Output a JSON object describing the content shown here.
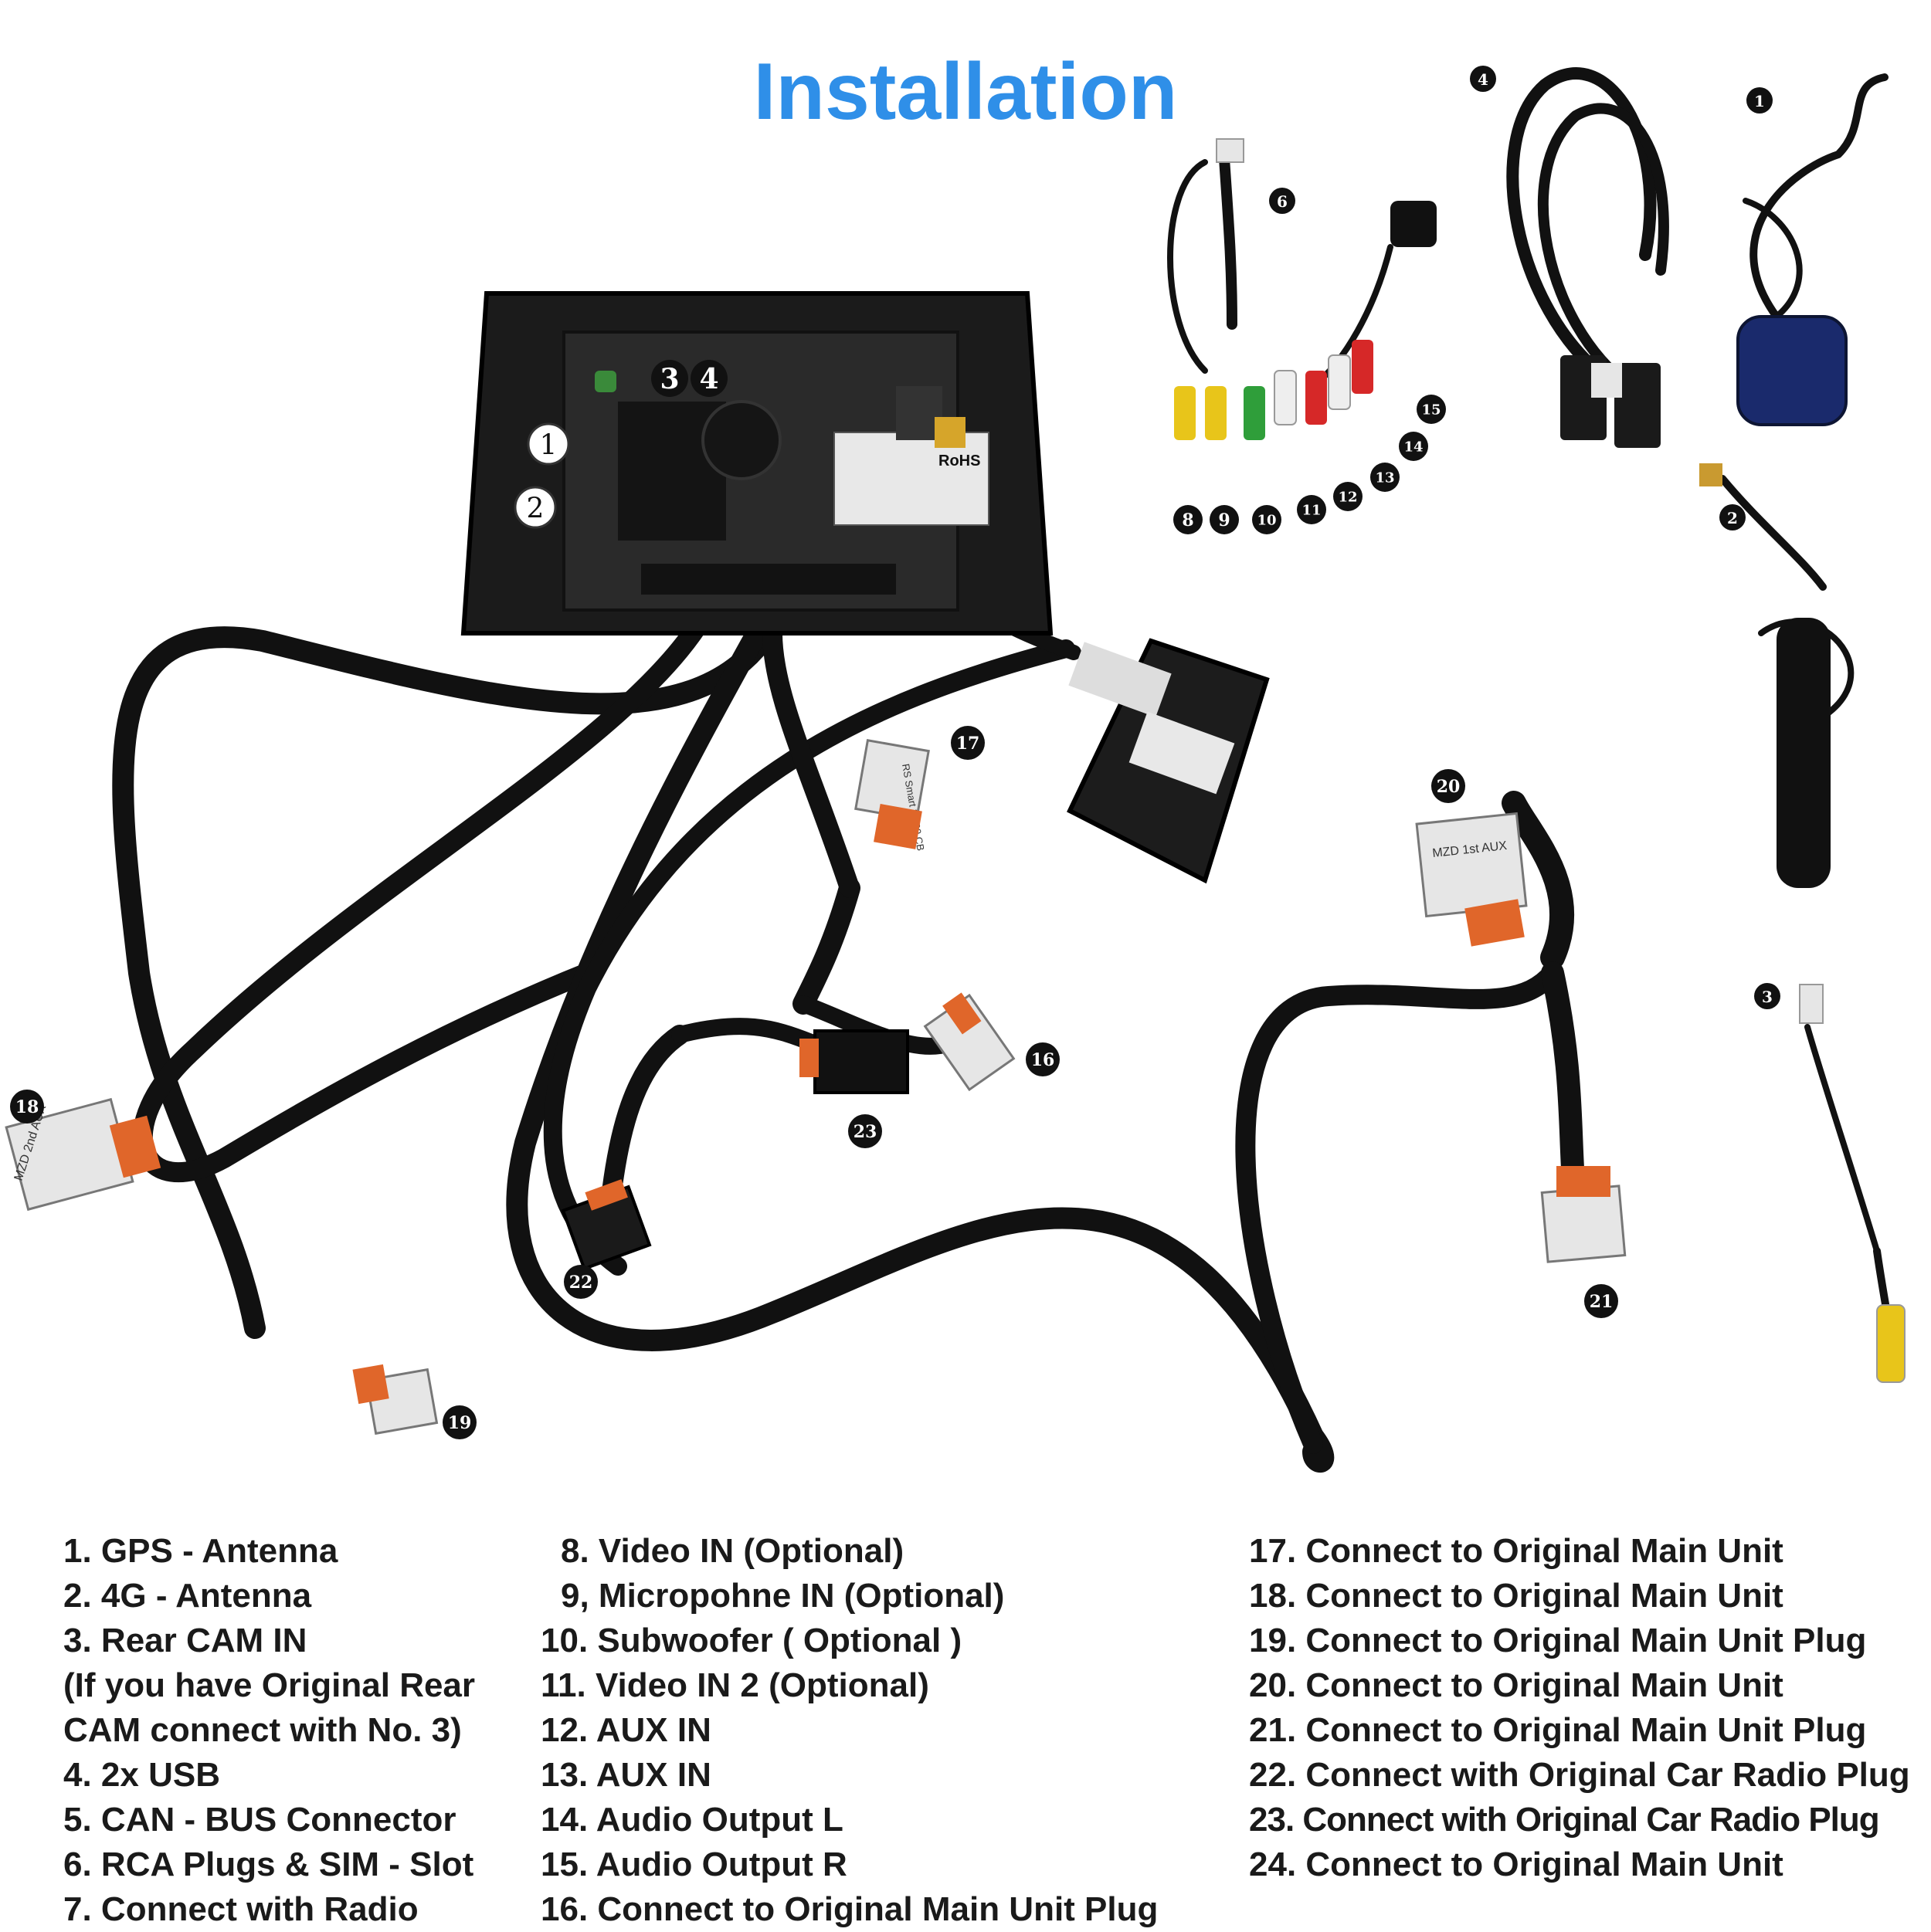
{
  "title": "Installation",
  "colors": {
    "title": "#2f8fe8",
    "cable": "#111111",
    "badge": "#111111",
    "connector_white": "#e6e6e6",
    "wire_orange": "#e0662a",
    "rca_red": "#d62828",
    "rca_yellow": "#e8c51a",
    "rca_white": "#eeeeee",
    "rca_green": "#2f9e3a",
    "gps_blue": "#1a2a6c"
  },
  "label_texts": {
    "l18": "MZD 2nd AUX",
    "l20": "MZD 1st AUX",
    "l16": "RS Smart\n20/30 CB",
    "unit": "RoHS"
  },
  "callouts": {
    "c1": "1",
    "c2": "2",
    "c3": "3",
    "c4": "4",
    "c6": "6",
    "c8": "8",
    "c9": "9",
    "c10": "10",
    "c11": "11",
    "c12": "12",
    "c13": "13",
    "c14": "14",
    "c15": "15",
    "c16": "16",
    "c17": "17",
    "c18": "18",
    "c19": "19",
    "c20": "20",
    "c21": "21",
    "c22": "22",
    "c23": "23"
  },
  "legend": {
    "col1": [
      "1. GPS - Antenna",
      "2. 4G - Antenna",
      "3. Rear CAM IN",
      "(If you have Original Rear",
      "CAM connect with No. 3)",
      "4. 2x USB",
      "5. CAN  - BUS Connector",
      "6. RCA Plugs & SIM - Slot",
      "7. Connect with Radio"
    ],
    "col2": [
      "8. Video IN (Optional)",
      "9, Micropohne IN (Optional)",
      "10. Subwoofer ( Optional )",
      "11. Video IN 2 (Optional)",
      "12. AUX IN",
      "13. AUX IN",
      "14. Audio Output L",
      "15. Audio Output R",
      "16. Connect to Original Main Unit Plug"
    ],
    "col3": [
      "17. Connect to Original Main Unit",
      "18. Connect to Original Main Unit",
      "19. Connect to Original Main Unit Plug",
      "20. Connect to Original Main Unit",
      "21. Connect to Original Main Unit Plug",
      "22. Connect with Original Car Radio Plug",
      "23. Connect with Original Car Radio Plug",
      "24. Connect to Original Main Unit"
    ]
  }
}
